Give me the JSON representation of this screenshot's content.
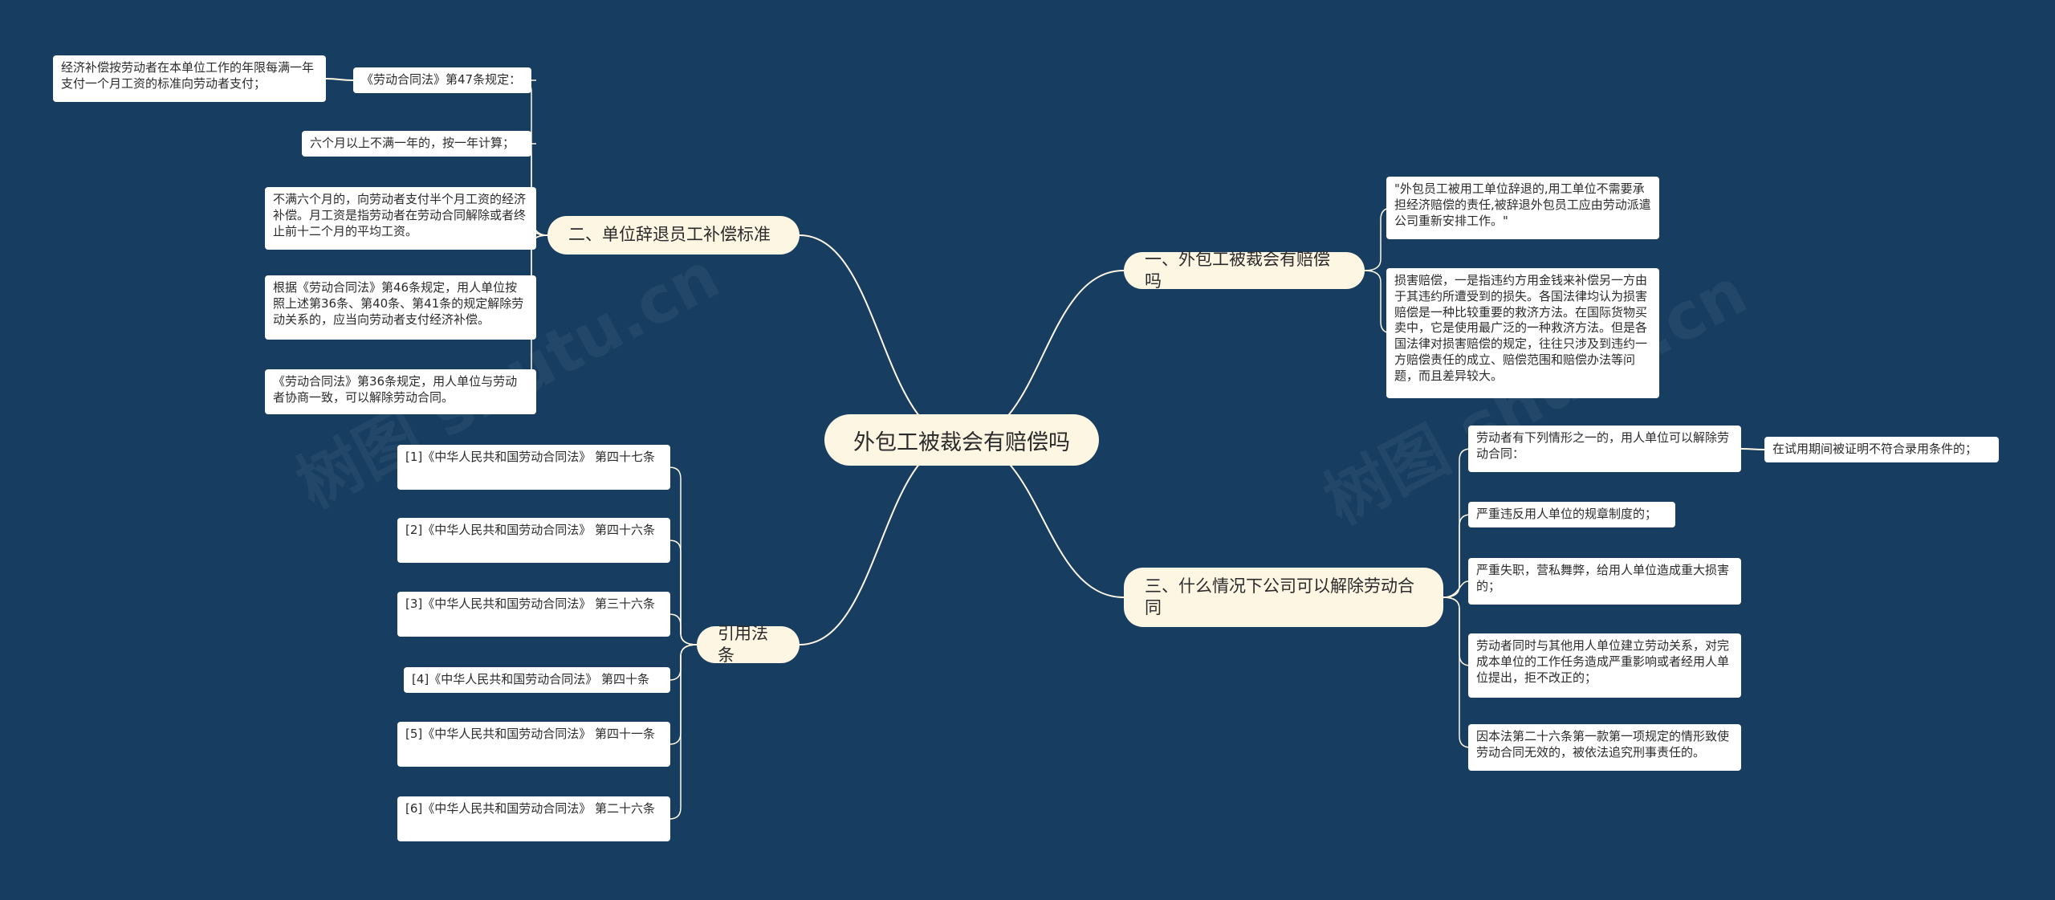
{
  "root": "外包工被裁会有赔偿吗",
  "branches": {
    "compensation_standard": {
      "title": "二、单位辞退员工补偿标准",
      "items": [
        "《劳动合同法》第47条规定：",
        "六个月以上不满一年的，按一年计算；",
        "不满六个月的，向劳动者支付半个月工资的经济补偿。月工资是指劳动者在劳动合同解除或者终止前十二个月的平均工资。",
        "根据《劳动合同法》第46条规定，用人单位按照上述第36条、第40条、第41条的规定解除劳动关系的，应当向劳动者支付经济补偿。",
        "《劳动合同法》第36条规定，用人单位与劳动者协商一致，可以解除劳动合同。"
      ],
      "sub_item": "经济补偿按劳动者在本单位工作的年限每满一年支付一个月工资的标准向劳动者支付；"
    },
    "laws": {
      "title": "引用法条",
      "items": [
        "[1]《中华人民共和国劳动合同法》 第四十七条",
        "[2]《中华人民共和国劳动合同法》 第四十六条",
        "[3]《中华人民共和国劳动合同法》 第三十六条",
        "[4]《中华人民共和国劳动合同法》 第四十条",
        "[5]《中华人民共和国劳动合同法》 第四十一条",
        "[6]《中华人民共和国劳动合同法》 第二十六条"
      ]
    },
    "outsourced": {
      "title": "一、外包工被裁会有赔偿吗",
      "items": [
        "\"外包员工被用工单位辞退的,用工单位不需要承担经济赔偿的责任,被辞退外包员工应由劳动派遣公司重新安排工作。\"",
        "损害赔偿，一是指违约方用金钱来补偿另一方由于其违约所遭受到的损失。各国法律均认为损害赔偿是一种比较重要的救济方法。在国际货物买卖中，它是使用最广泛的一种救济方法。但是各国法律对损害赔偿的规定，往往只涉及到违约一方赔偿责任的成立、赔偿范围和赔偿办法等问题，而且差异较大。"
      ]
    },
    "termination": {
      "title": "三、什么情况下公司可以解除劳动合同",
      "items": [
        "劳动者有下列情形之一的，用人单位可以解除劳动合同：",
        "严重违反用人单位的规章制度的；",
        "严重失职，营私舞弊，给用人单位造成重大损害的；",
        "劳动者同时与其他用人单位建立劳动关系，对完成本单位的工作任务造成严重影响或者经用人单位提出，拒不改正的；",
        "因本法第二十六条第一款第一项规定的情形致使劳动合同无效的，被依法追究刑事责任的。"
      ],
      "sub_item": "在试用期间被证明不符合录用条件的；"
    }
  },
  "watermark": "树图 shutu.cn",
  "colors": {
    "background": "#173e60",
    "line": "#fdf6e3",
    "node": "#fdf6e3",
    "leaf": "#ffffff"
  }
}
